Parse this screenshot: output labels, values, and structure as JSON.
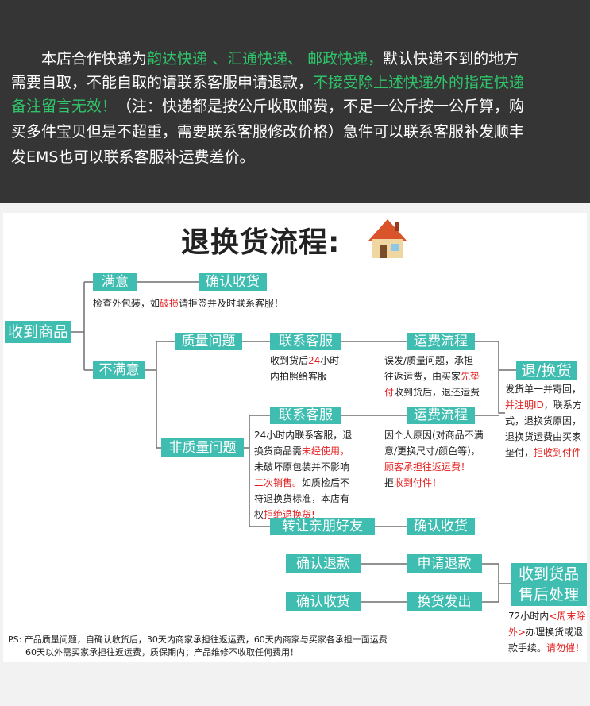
{
  "notice": {
    "l1_a": "本店合作快递为",
    "l1_b": "韵达快递 、汇通快递、 邮政快递，",
    "l1_c": "默认快递不到的地方",
    "l2_a": "需要自取，不能自取的请联系客服申请退款，",
    "l2_b": "不接受除上述快递外的指定快递",
    "l3_a": "备注留言无效！",
    "l3_b": "（注：快递都是按公斤收取邮费，不足一公斤按一公斤算，购",
    "l4": "买多件宝贝但是不超重，需要联系客服修改价格）急件可以联系客服补发顺丰",
    "l5": "发EMS也可以联系客服补运费差价。"
  },
  "flow": {
    "title": "退换货流程:",
    "received": "收到商品",
    "satisfied": "满意",
    "confirm_receipt": "确认收货",
    "check_a": "检查外包装，如",
    "check_red": "破损",
    "check_b": "请拒签并及时联系客服！",
    "unsatisfied": "不满意",
    "quality": "质量问题",
    "contact_cs_1": "联系客服",
    "cs1_a": "收到货后",
    "cs1_red": "24",
    "cs1_b": "小时\n内拍照给客服",
    "shipping_1": "运费流程",
    "ship1_a": "误发/质量问题，承担\n往返运费，由买家",
    "ship1_red": "先垫\n付",
    "ship1_b": "收到货后，退还运费",
    "return_exchange": "退/换货",
    "ret_a": "发货单一并寄回，\n",
    "ret_red1": "并注明ID",
    "ret_b": "，联系方\n式，退换货原因，\n退换货运费由买家\n垫付，",
    "ret_red2": "拒收到付件",
    "non_quality": "非质量问题",
    "contact_cs_2": "联系客服",
    "cs2_a": "24小时内联系客服，退\n换货商品需",
    "cs2_red1": "未经使用，",
    "cs2_b": "\n未破坏原包装并不影响\n",
    "cs2_red2": "二次销售。",
    "cs2_c": "如质检后不\n符退换货标准，本店有\n权",
    "cs2_red3": "拒绝退换货!",
    "shipping_2": "运费流程",
    "ship2_a": "因个人原因(对商品不满\n意/更换尺寸/颜色等)，\n",
    "ship2_red1": "顾客承担往返运费！",
    "ship2_b": "\n拒",
    "ship2_red2": "收到付件！",
    "transfer": "转让亲朋好友",
    "confirm_receipt_2": "确认收货",
    "confirm_refund": "确认退款",
    "apply_refund": "申请退款",
    "confirm_receipt_3": "确认收货",
    "exchange_ship": "换货发出",
    "after_sales_1": "收到货品",
    "after_sales_2": "售后处理",
    "as_a": "72小时内",
    "as_red1": "<周末除\n外>",
    "as_b": "办理换货或退\n款手续。",
    "as_red2": "请勿催！",
    "ps1": "PS: 产品质量问题，自确认收货后，30天内商家承担往返运费，60天内商家与买家各承担一面运费",
    "ps2": "60天以外需买家承担往返运费，质保期内；产品维修不收取任何费用！"
  }
}
